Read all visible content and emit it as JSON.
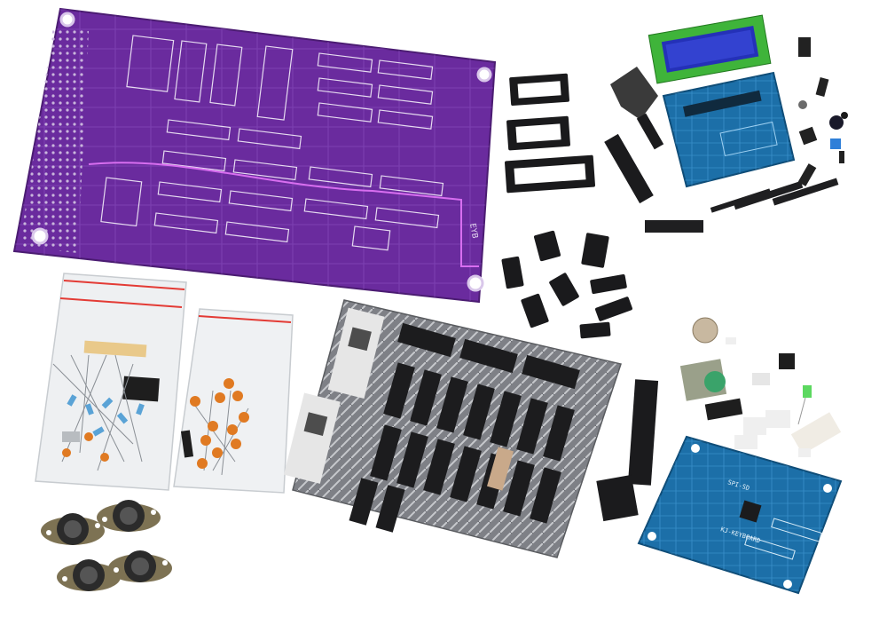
{
  "pcb": {
    "brand_mark": "EYB"
  },
  "blue_board": {
    "name_text": "SPI-SD",
    "sub_text": "KJ-KEYBOARD"
  },
  "palette": {
    "purple_pcb": "#6a2b9e",
    "blue_pcb": "#1c6fa8",
    "lcd_green": "#3fb43a",
    "foil": "#8f9196",
    "capacitor_orange": "#e07a22"
  }
}
